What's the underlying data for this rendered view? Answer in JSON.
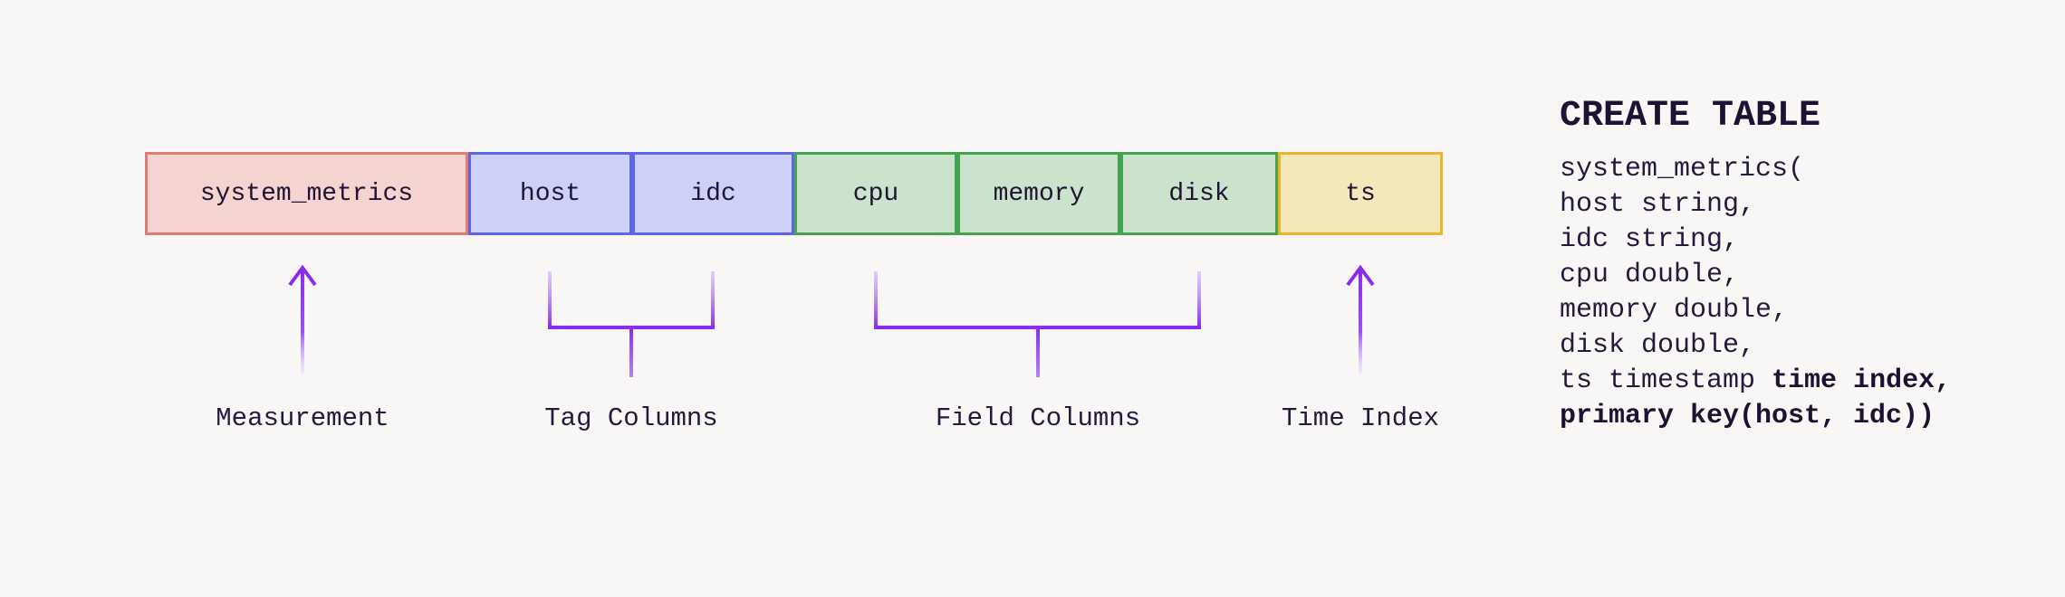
{
  "background": "#f8f7f6",
  "ink": "#241a3d",
  "connector_color": "#8b2bf2",
  "diagram": {
    "cells": [
      {
        "label": "system_metrics",
        "group": "measurement"
      },
      {
        "label": "host",
        "group": "tag"
      },
      {
        "label": "idc",
        "group": "tag"
      },
      {
        "label": "cpu",
        "group": "field"
      },
      {
        "label": "memory",
        "group": "field"
      },
      {
        "label": "disk",
        "group": "field"
      },
      {
        "label": "ts",
        "group": "time"
      }
    ],
    "groups": {
      "measurement": {
        "fill": "#f5d3d0",
        "border": "#e07d73"
      },
      "tag": {
        "fill": "#cdd0f8",
        "border": "#6065e8"
      },
      "field": {
        "fill": "#cbe3cc",
        "border": "#44a34c"
      },
      "time": {
        "fill": "#f4e7ba",
        "border": "#ecb42c"
      }
    },
    "annotations": [
      {
        "label": "Measurement",
        "connector": "arrow-up",
        "target": "system_metrics"
      },
      {
        "label": "Tag Columns",
        "connector": "bracket",
        "target": "host, idc"
      },
      {
        "label": "Field Columns",
        "connector": "bracket",
        "target": "cpu, memory, disk"
      },
      {
        "label": "Time Index",
        "connector": "arrow-up",
        "target": "ts"
      }
    ]
  },
  "sql": {
    "title": "CREATE TABLE",
    "lines": [
      {
        "text": "system_metrics(",
        "bold": ""
      },
      {
        "text": "host string,",
        "bold": ""
      },
      {
        "text": "idc string,",
        "bold": ""
      },
      {
        "text": "cpu double,",
        "bold": ""
      },
      {
        "text": "memory double,",
        "bold": ""
      },
      {
        "text": "disk double,",
        "bold": ""
      },
      {
        "text": "ts timestamp ",
        "bold": "time index,"
      },
      {
        "text": "",
        "bold": "primary key(host, idc))"
      }
    ]
  }
}
